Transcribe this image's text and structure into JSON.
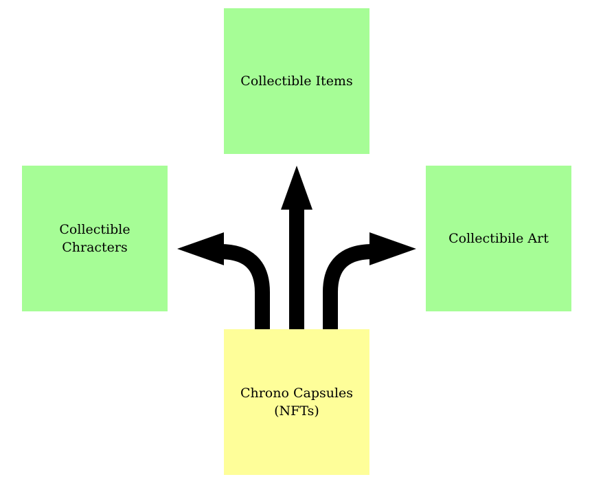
{
  "colors": {
    "category_fill": "#a6fd96",
    "source_fill": "#fefe99",
    "arrow": "#000000"
  },
  "nodes": {
    "items": {
      "label": "Collectible Items"
    },
    "characters": {
      "label": "Collectible\nChracters"
    },
    "art": {
      "label": "Collectibile Art"
    },
    "capsules": {
      "label": "Chrono Capsules\n(NFTs)"
    }
  }
}
